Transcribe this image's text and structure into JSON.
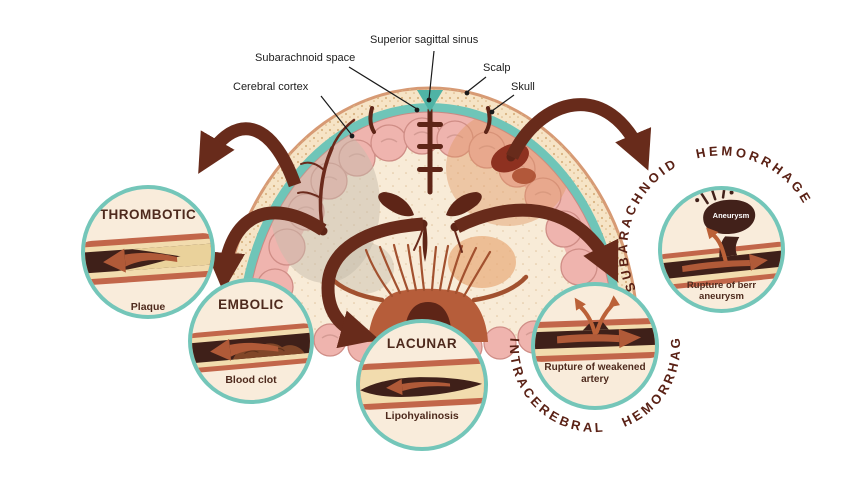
{
  "anatomy_labels": {
    "superior_sagittal_sinus": "Superior sagittal sinus",
    "subarachnoid_space": "Subarachnoid space",
    "cerebral_cortex": "Cerebral cortex",
    "scalp": "Scalp",
    "skull": "Skull"
  },
  "stroke_types": {
    "thrombotic": {
      "title": "THROMBOTIC",
      "caption": "Plaque"
    },
    "embolic": {
      "title": "EMBOLIC",
      "caption": "Blood clot"
    },
    "lacunar": {
      "title": "LACUNAR",
      "caption": "Lipohyalinosis"
    },
    "intracerebral": {
      "arc_label": "INTRACEREBRAL HEMORRHAGE",
      "caption": "Rupture of weakened artery"
    },
    "subarachnoid": {
      "arc_label": "SUBARACHNOID HEMORRHAGE",
      "caption": "Rupture of berr aneurysm",
      "aneurysm_label": "Aneurysm"
    }
  },
  "colors": {
    "ring_teal": "#74c6b9",
    "circle_fill": "#f9ecdb",
    "arrow_maroon": "#682b1b",
    "title_brown": "#4e2a1d",
    "artery_outer": "#c2664a",
    "artery_wall": "#f2dcae",
    "artery_lumen": "#3f2019",
    "blood_flow": "#b05a38",
    "plaque_yellow": "#ead29b",
    "cortex_pink": "#efb4ae",
    "skull_cream": "#f6e4c6",
    "scalp_tan": "#d79a74",
    "ventricle_maroon": "#5e2517",
    "basal_artery": "#b65d3a"
  }
}
